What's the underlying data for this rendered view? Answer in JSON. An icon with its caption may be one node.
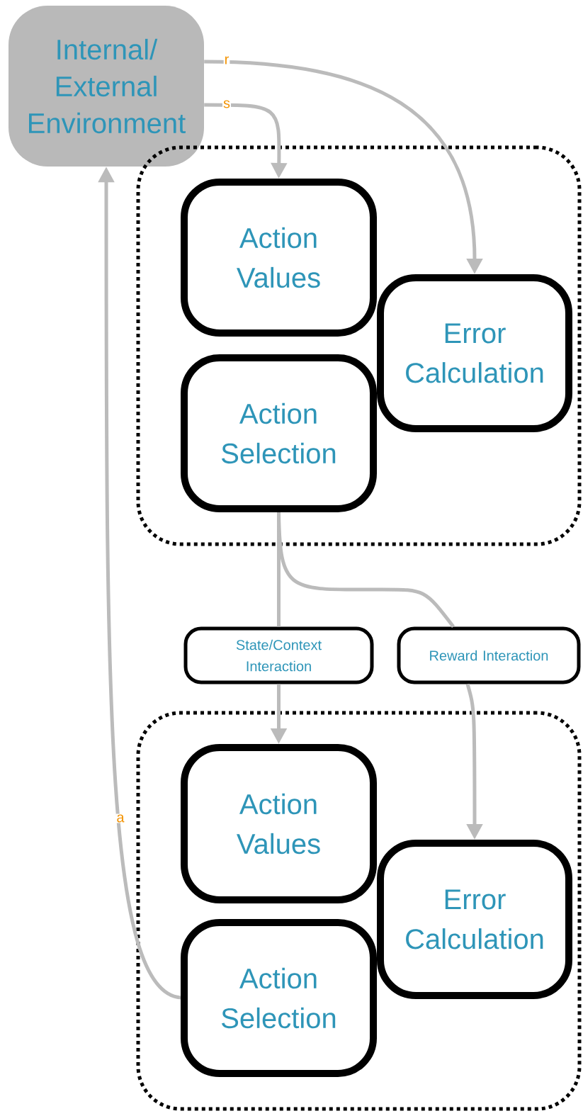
{
  "diagram": {
    "nodes": [
      {
        "text": [
          "Internal/ External Environment"
        ]
      },
      {
        "text": [],
        "shape": "box"
      },
      {
        "text": [
          "Action Values"
        ],
        "in": 1
      },
      {
        "text": [
          "Error Calculation"
        ],
        "in": 1
      },
      {
        "text": [
          "Action Selection"
        ],
        "in": 1
      },
      {
        "text": [
          "State/Context Interaction"
        ]
      },
      {
        "text": [
          "Reward Interaction"
        ]
      },
      {
        "text": [],
        "shape": "box"
      },
      {
        "text": [
          "Action Values"
        ],
        "in": 7
      },
      {
        "text": [
          "Error Calculation"
        ],
        "in": 7
      },
      {
        "text": [
          "Action Selection"
        ],
        "in": 7
      }
    ],
    "edges": [
      {
        "from": 0,
        "to": 3,
        "arrow": "to",
        "label": "r"
      },
      {
        "from": 0,
        "to": 2,
        "arrow": "to",
        "label": "s"
      },
      {
        "from": 4,
        "to": 5,
        "arrow": "none"
      },
      {
        "from": 5,
        "to": 8,
        "arrow": "to"
      },
      {
        "from": 4,
        "to": 6,
        "arrow": "none"
      },
      {
        "from": 6,
        "to": 9,
        "arrow": "to"
      },
      {
        "from": 10,
        "to": 0,
        "arrow": "to",
        "label": "a"
      }
    ]
  }
}
